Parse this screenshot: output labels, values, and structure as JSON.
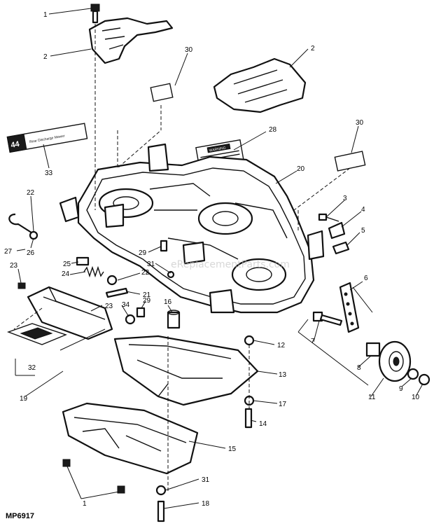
{
  "figure_ref": "MP6917",
  "watermark": "eReplacementParts.com",
  "decal_text": {
    "badge_44": "44",
    "discharge": "Rear Discharge Mower",
    "warning_title": "WARNING"
  },
  "callouts": [
    {
      "id": "c1a",
      "label": "1"
    },
    {
      "id": "c2a",
      "label": "2"
    },
    {
      "id": "c30a",
      "label": "30"
    },
    {
      "id": "c2b",
      "label": "2"
    },
    {
      "id": "c30b",
      "label": "30"
    },
    {
      "id": "c28",
      "label": "28"
    },
    {
      "id": "c33",
      "label": "33"
    },
    {
      "id": "c20",
      "label": "20"
    },
    {
      "id": "c3",
      "label": "3"
    },
    {
      "id": "c4",
      "label": "4"
    },
    {
      "id": "c5",
      "label": "5"
    },
    {
      "id": "c22a",
      "label": "22"
    },
    {
      "id": "c26",
      "label": "26"
    },
    {
      "id": "c27",
      "label": "27"
    },
    {
      "id": "c29a",
      "label": "29"
    },
    {
      "id": "c31a",
      "label": "31"
    },
    {
      "id": "c25",
      "label": "25"
    },
    {
      "id": "c24",
      "label": "24"
    },
    {
      "id": "c22b",
      "label": "22"
    },
    {
      "id": "c23a",
      "label": "23"
    },
    {
      "id": "c21",
      "label": "21"
    },
    {
      "id": "c23b",
      "label": "23"
    },
    {
      "id": "c34",
      "label": "34"
    },
    {
      "id": "c29b",
      "label": "29"
    },
    {
      "id": "c16",
      "label": "16"
    },
    {
      "id": "c6",
      "label": "6"
    },
    {
      "id": "c7",
      "label": "7"
    },
    {
      "id": "c12",
      "label": "12"
    },
    {
      "id": "c8",
      "label": "8"
    },
    {
      "id": "c13",
      "label": "13"
    },
    {
      "id": "c32",
      "label": "32"
    },
    {
      "id": "c19",
      "label": "19"
    },
    {
      "id": "c11",
      "label": "11"
    },
    {
      "id": "c9",
      "label": "9"
    },
    {
      "id": "c10",
      "label": "10"
    },
    {
      "id": "c17",
      "label": "17"
    },
    {
      "id": "c14",
      "label": "14"
    },
    {
      "id": "c15",
      "label": "15"
    },
    {
      "id": "c31b",
      "label": "31"
    },
    {
      "id": "c1b",
      "label": "1"
    },
    {
      "id": "c18",
      "label": "18"
    }
  ]
}
